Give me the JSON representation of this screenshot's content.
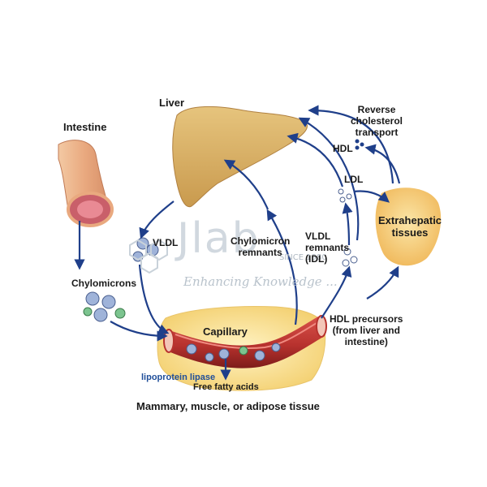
{
  "labels": {
    "liver": "Liver",
    "intestine": "Intestine",
    "chylomicrons": "Chylomicrons",
    "vldl": "VLDL",
    "chylomicron_remnants_l1": "Chylomicron",
    "chylomicron_remnants_l2": "remnants",
    "vldl_remnants_l1": "VLDL",
    "vldl_remnants_l2": "remnants",
    "vldl_remnants_l3": "(IDL)",
    "reverse_l1": "Reverse",
    "reverse_l2": "cholesterol",
    "reverse_l3": "transport",
    "hdl": "HDL",
    "ldl": "LDL",
    "extrahepatic_l1": "Extrahepatic",
    "extrahepatic_l2": "tissues",
    "hdl_precursors_l1": "HDL precursors",
    "hdl_precursors_l2": "(from liver and",
    "hdl_precursors_l3": "intestine)",
    "capillary": "Capillary",
    "lipoprotein_lipase": "lipoprotein lipase",
    "free_fatty_acids": "Free fatty acids",
    "tissue_caption": "Mammary, muscle, or adipose tissue"
  },
  "watermark": {
    "brand": "Jlab",
    "since": "SINCE 1980",
    "tagline": "Enhancing Knowledge ..."
  },
  "colors": {
    "arrow": "#1f3f8a",
    "liver": "#d9b36a",
    "intestine": "#e8b48a",
    "tissue": "#f7de8a",
    "capillary": "#b8322e",
    "particle": "#9fb3d9",
    "watermark": "#c9d2da"
  }
}
